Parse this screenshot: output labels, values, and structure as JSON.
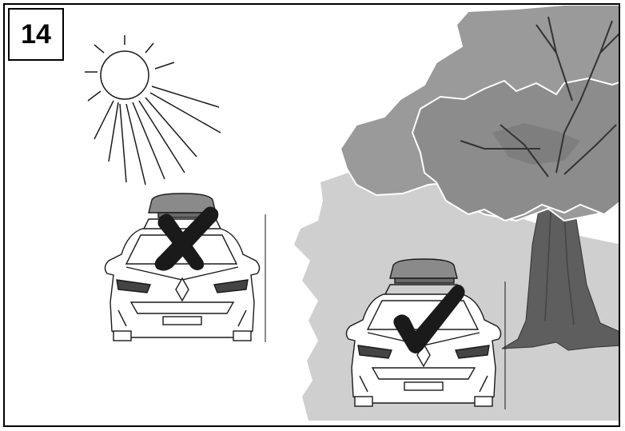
{
  "step": {
    "number": "14"
  },
  "colors": {
    "shade": "#cfcfcf",
    "foliage_back": "#9a9a9a",
    "foliage_front": "#8c8c8c",
    "trunk": "#5e5e5e",
    "outline": "#1a1a1a",
    "mark": "#1a1a1a"
  },
  "icons": {
    "sun": "sun-icon",
    "tree": "tree-icon",
    "car_sun": "car-with-roof-box-in-sun",
    "car_shade": "car-with-roof-box-in-shade",
    "cross": "cross-icon",
    "check": "checkmark-icon"
  }
}
